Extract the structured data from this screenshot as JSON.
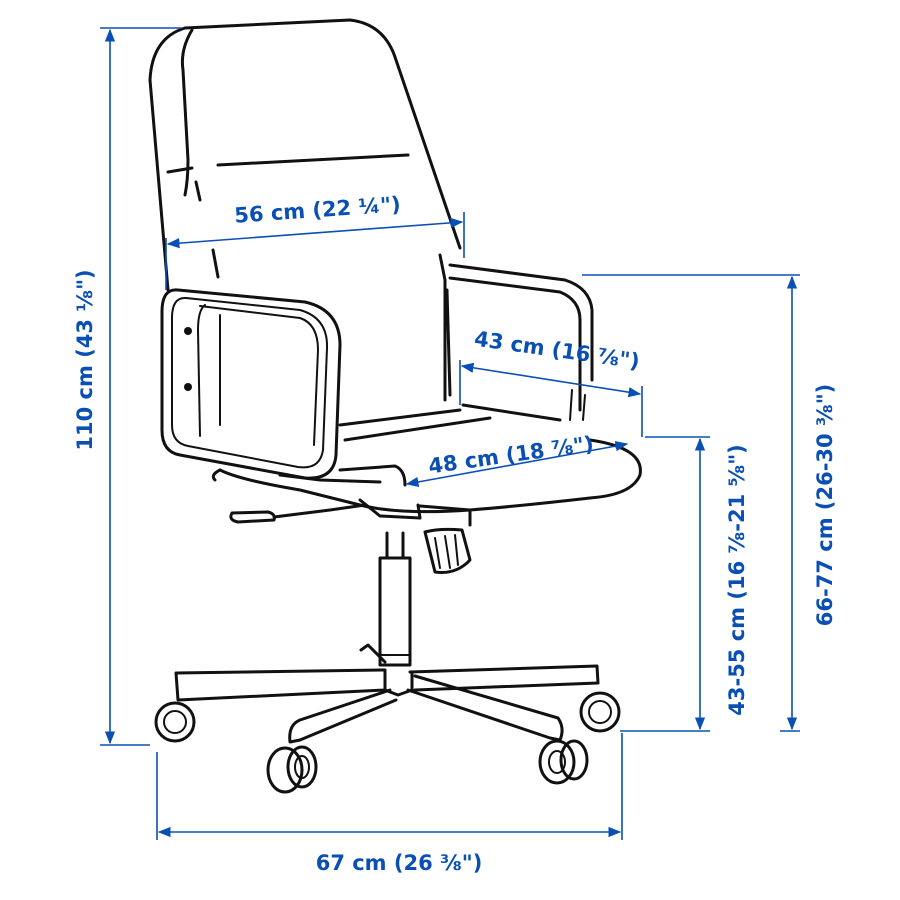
{
  "diagram": {
    "subject": "Swivel office chair with armrests and five-star castor base",
    "accent_color": "#0a50b4",
    "dimensions": {
      "total_height": "110 cm (43 ⅛\")",
      "backrest_width": "56 cm (22 ¼\")",
      "seat_width_between_arms": "43 cm (16 ⅞\")",
      "seat_depth": "48 cm (18 ⅞\")",
      "armrest_height": "66-77 cm (26-30 ⅜\")",
      "seat_height": "43-55 cm (16 ⅞-21 ⅝\")",
      "base_width": "67 cm (26 ⅜\")"
    }
  }
}
